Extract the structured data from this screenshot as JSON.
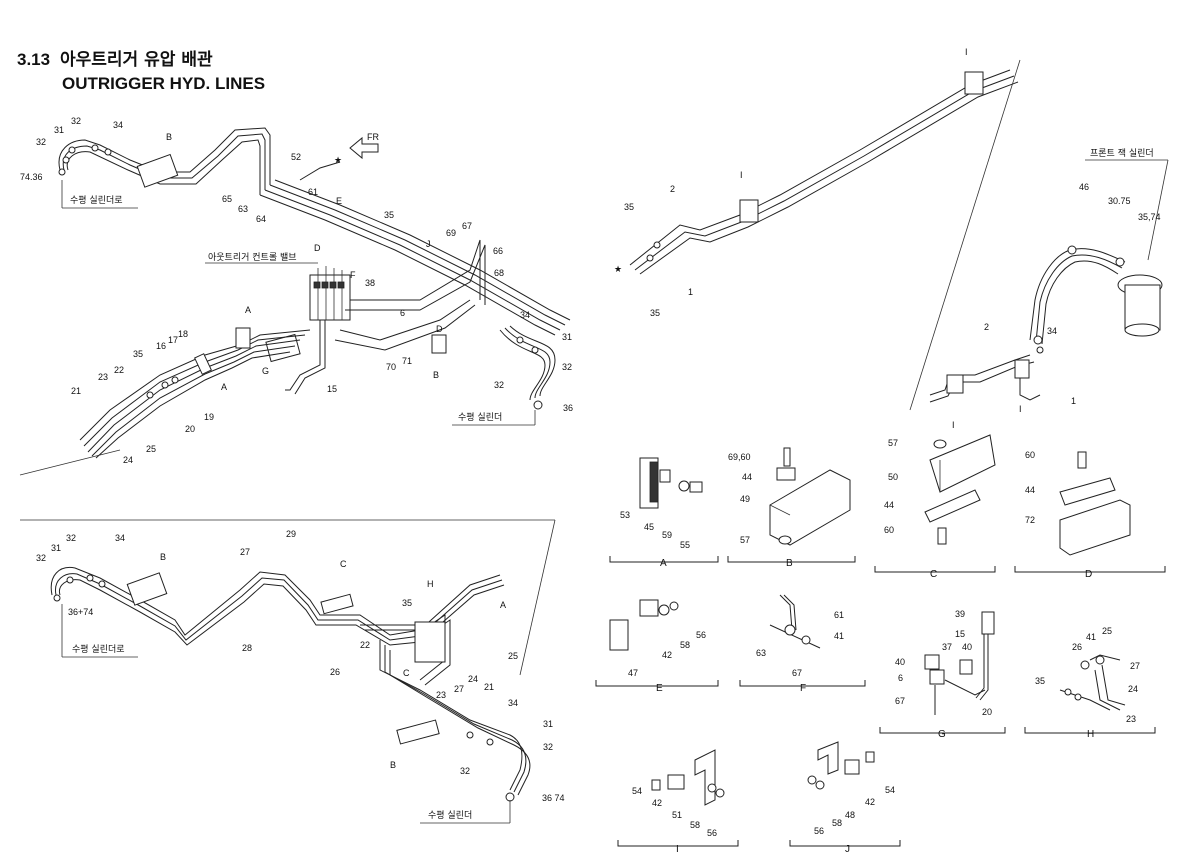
{
  "header": {
    "section": "3.13",
    "title_korean": "아우트리거 유압 배관",
    "title_english": "OUTRIGGER HYD. LINES"
  },
  "labels": {
    "fr": "FR",
    "cyl_top": "수평 실린더로",
    "cyl_mid": "수평 실린더",
    "cyl_bottom_left": "수평 실린더로",
    "cyl_bottom": "수평 실린더",
    "control_valve": "아웃트리거 컨트롤 밸브",
    "front_jack_cyl": "프론트 잭 실린더"
  },
  "detail_views": [
    {
      "letter": "A",
      "parts": [
        "53",
        "45",
        "59",
        "55"
      ]
    },
    {
      "letter": "B",
      "parts": [
        "69,60",
        "44",
        "49",
        "57"
      ]
    },
    {
      "letter": "C",
      "parts": [
        "57",
        "50",
        "44",
        "60"
      ]
    },
    {
      "letter": "D",
      "parts": [
        "60",
        "44",
        "72"
      ]
    },
    {
      "letter": "E",
      "parts": [
        "47",
        "42",
        "58",
        "56"
      ]
    },
    {
      "letter": "F",
      "parts": [
        "61",
        "41",
        "63",
        "67"
      ]
    },
    {
      "letter": "G",
      "parts": [
        "39",
        "15",
        "37",
        "40",
        "6",
        "67",
        "40",
        "20"
      ]
    },
    {
      "letter": "H",
      "parts": [
        "25",
        "41",
        "26",
        "27",
        "35",
        "24",
        "23"
      ]
    },
    {
      "letter": "I",
      "parts": [
        "54",
        "42",
        "51",
        "58",
        "56"
      ]
    },
    {
      "letter": "J",
      "parts": [
        "54",
        "42",
        "48",
        "58",
        "56"
      ]
    }
  ],
  "callouts_upper_left": [
    "32",
    "31",
    "32",
    "34",
    "74.36",
    "B",
    "52",
    "FR",
    "61",
    "65",
    "63",
    "64",
    "E",
    "35",
    "67",
    "69",
    "66",
    "68",
    "J",
    "D",
    "F",
    "38",
    "6",
    "A",
    "16",
    "17",
    "18",
    "35",
    "22",
    "23",
    "21",
    "19",
    "20",
    "25",
    "24",
    "A",
    "G",
    "15",
    "70",
    "71",
    "D",
    "B",
    "34",
    "31",
    "32",
    "32",
    "36"
  ],
  "callouts_lower_left": [
    "32",
    "31",
    "32",
    "34",
    "36+74",
    "B",
    "27",
    "29",
    "C",
    "28",
    "H",
    "A",
    "22",
    "26",
    "C",
    "35",
    "23",
    "27",
    "24",
    "25",
    "21",
    "34",
    "31",
    "32",
    "32",
    "B",
    "36 74"
  ],
  "callouts_right": [
    "I",
    "I",
    "2",
    "35",
    "1",
    "35",
    "46",
    "30.75",
    "35,74",
    "34",
    "2",
    "1",
    "I",
    "I"
  ],
  "colors": {
    "ink": "#222222",
    "paper": "#ffffff"
  }
}
